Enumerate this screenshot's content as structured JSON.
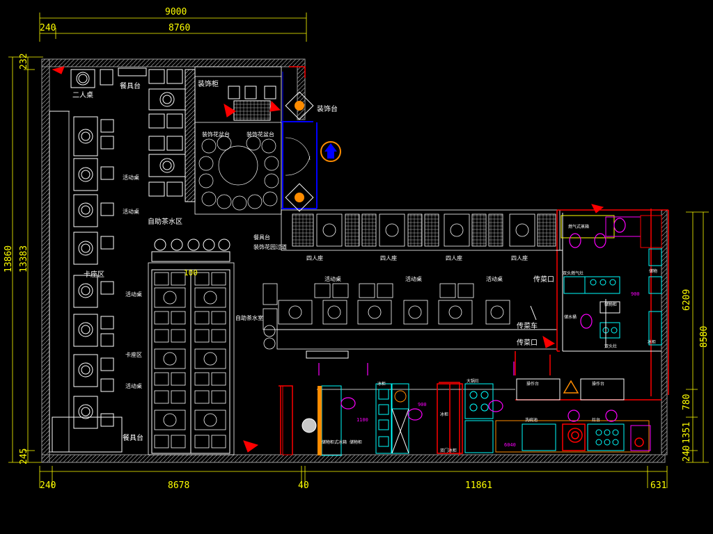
{
  "colors": {
    "background": "#000000",
    "dimension": "#ffff00",
    "wall": "#9a9a9a",
    "equipment": "#00ffff",
    "pipe": "#ff0000",
    "fixture": "#ff00ff",
    "window": "#0000ff",
    "door": "#ff8c00"
  },
  "dimensions": {
    "top_total": "9000",
    "top_left": "240",
    "top_main": "8760",
    "left_total": "13860",
    "left_inner": "13383",
    "left_top": "232",
    "left_bottom": "245",
    "bottom_a": "240",
    "bottom_b": "8678",
    "bottom_c": "40",
    "bottom_d": "11861",
    "bottom_e": "631",
    "right_a": "6209",
    "right_total": "8580",
    "right_b": "780",
    "right_c": "1351",
    "right_d": "240",
    "marker": "100"
  },
  "labels": {
    "two_person_table": "二人桌",
    "cutlery_station_top": "餐具台",
    "decor_cabinet": "装饰柜",
    "decor_table": "装饰台",
    "booth_area_1": "卡座区",
    "booth_area_2": "卡座区",
    "movable_table_1": "活动桌",
    "movable_table_2": "活动桌",
    "movable_table_3": "活动桌",
    "movable_table_4": "活动桌",
    "movable_table_5": "活动桌",
    "movable_table_6": "活动桌",
    "self_tea_area": "自助茶水区",
    "self_tea_station": "自助茶水室",
    "cutlery_station_bottom": "餐具台",
    "four_person_1": "四人座",
    "four_person_2": "四人座",
    "four_person_3": "四人座",
    "four_person_4": "四人座",
    "serving_window_1": "传菜口",
    "serving_window_2": "传菜口",
    "serving_cart": "传菜车",
    "planter_1": "装饰花盆台",
    "planter_2": "装饰花盆台",
    "planter_3": "装饰花园过道"
  }
}
